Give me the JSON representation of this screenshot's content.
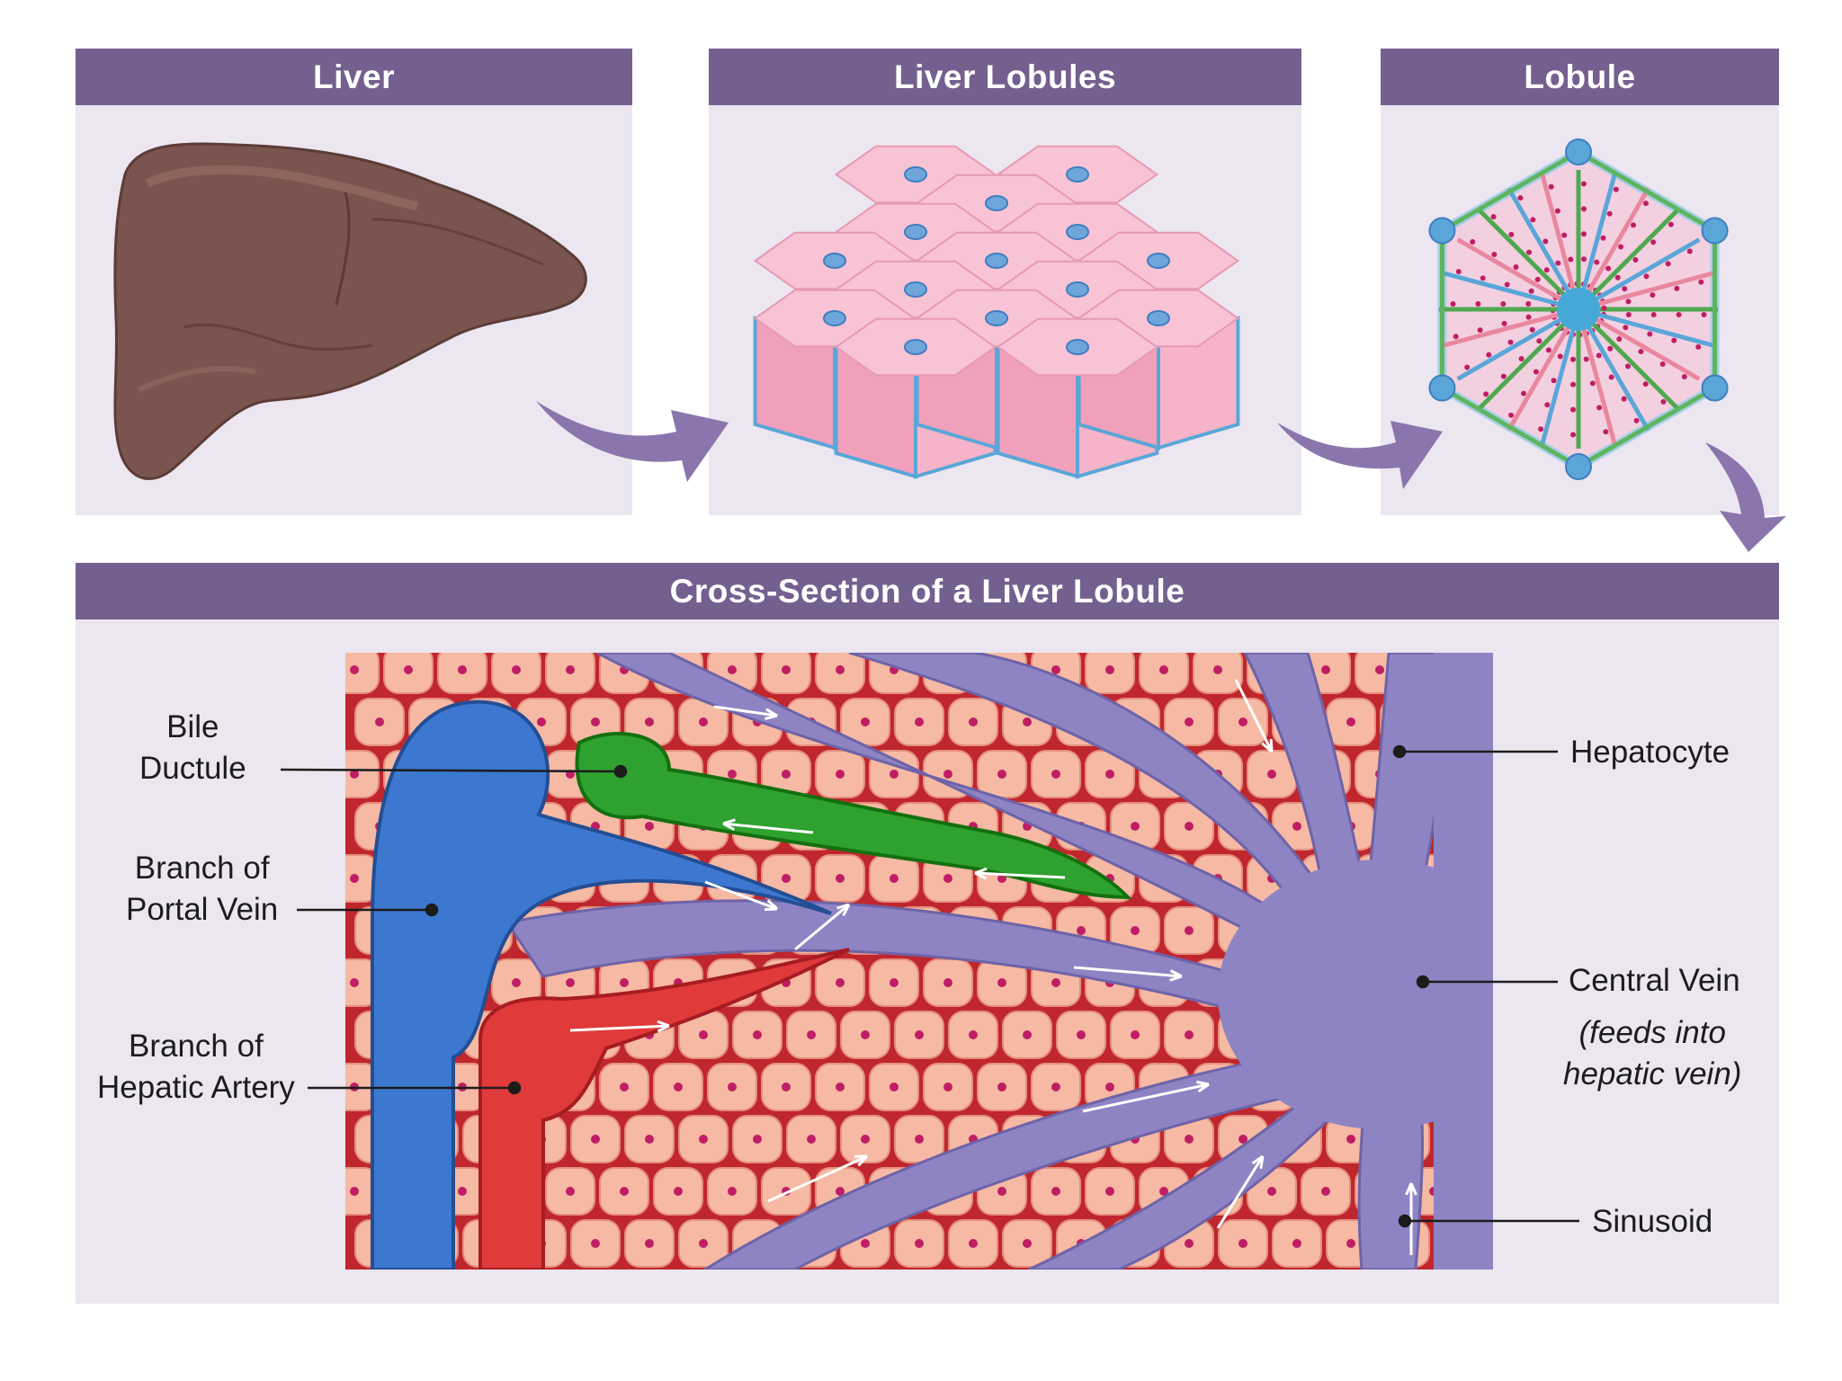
{
  "panels": {
    "liver": {
      "title": "Liver"
    },
    "lobules": {
      "title": "Liver Lobules"
    },
    "lobule": {
      "title": "Lobule"
    },
    "cross_section": {
      "title": "Cross-Section of a Liver Lobule"
    }
  },
  "labels": {
    "bile_ductule": {
      "line1": "Bile",
      "line2": "Ductule"
    },
    "portal_vein": {
      "line1": "Branch of",
      "line2": "Portal Vein"
    },
    "hepatic_artery": {
      "line1": "Branch of",
      "line2": "Hepatic Artery"
    },
    "hepatocyte": {
      "line1": "Hepatocyte"
    },
    "central_vein": {
      "line1": "Central Vein",
      "note1": "(feeds into",
      "note2": "hepatic vein)"
    },
    "sinusoid": {
      "line1": "Sinusoid"
    }
  },
  "colors": {
    "header": "#74608f",
    "panel_bg": "#ebe6f0",
    "arrow": "#8a76ad",
    "liver": "#7a554f",
    "hepatocyte": "#f6b9a4",
    "nucleus": "#c01e64",
    "portal_vein": "#3c78d0",
    "hepatic_artery": "#e03a3a",
    "bile_ductule": "#2ea12e",
    "sinusoid": "#8e84c4",
    "lobule_prism": "#f4a9c3",
    "lobule_edge": "#5aa6d8"
  }
}
